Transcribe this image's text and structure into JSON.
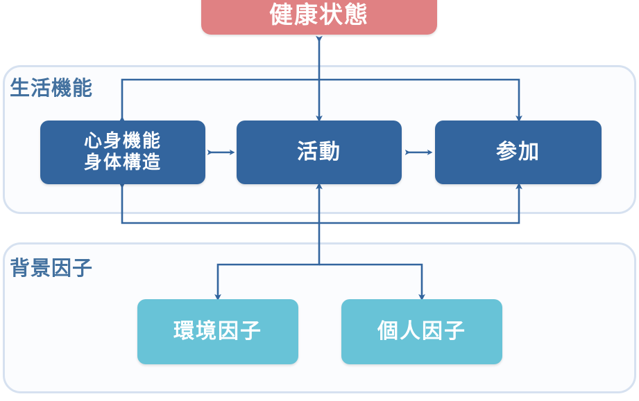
{
  "diagram": {
    "title_box": {
      "label": "健康状態",
      "color": "#e08183"
    },
    "panels": [
      {
        "key": "function",
        "label": "生活機能"
      },
      {
        "key": "context",
        "label": "背景因子"
      }
    ],
    "function_boxes": [
      {
        "key": "body",
        "line1": "心身機能",
        "line2": "身体構造",
        "color": "#33659e"
      },
      {
        "key": "activity",
        "line1": "活動",
        "line2": "",
        "color": "#33659e"
      },
      {
        "key": "participation",
        "line1": "参加",
        "line2": "",
        "color": "#33659e"
      }
    ],
    "context_boxes": [
      {
        "key": "environment",
        "label": "環境因子",
        "color": "#68c3d7"
      },
      {
        "key": "personal",
        "label": "個人因子",
        "color": "#68c3d7"
      }
    ],
    "connectors": [
      {
        "name": "health-to-activity",
        "type": "double-vertical"
      },
      {
        "name": "health-branch-to-three",
        "type": "branch-down"
      },
      {
        "name": "context-up-to-three",
        "type": "branch-up"
      },
      {
        "name": "context-branch-down",
        "type": "branch-down"
      },
      {
        "name": "body-activity",
        "type": "double-horizontal"
      },
      {
        "name": "activity-participation",
        "type": "double-horizontal"
      }
    ],
    "colors": {
      "arrow": "#33659e",
      "panel_border": "#d6e1f0",
      "panel_fill": "#fbfcfe",
      "label_text": "#43719f",
      "health": "#e08183",
      "blue": "#33659e",
      "teal": "#68c3d7"
    }
  }
}
